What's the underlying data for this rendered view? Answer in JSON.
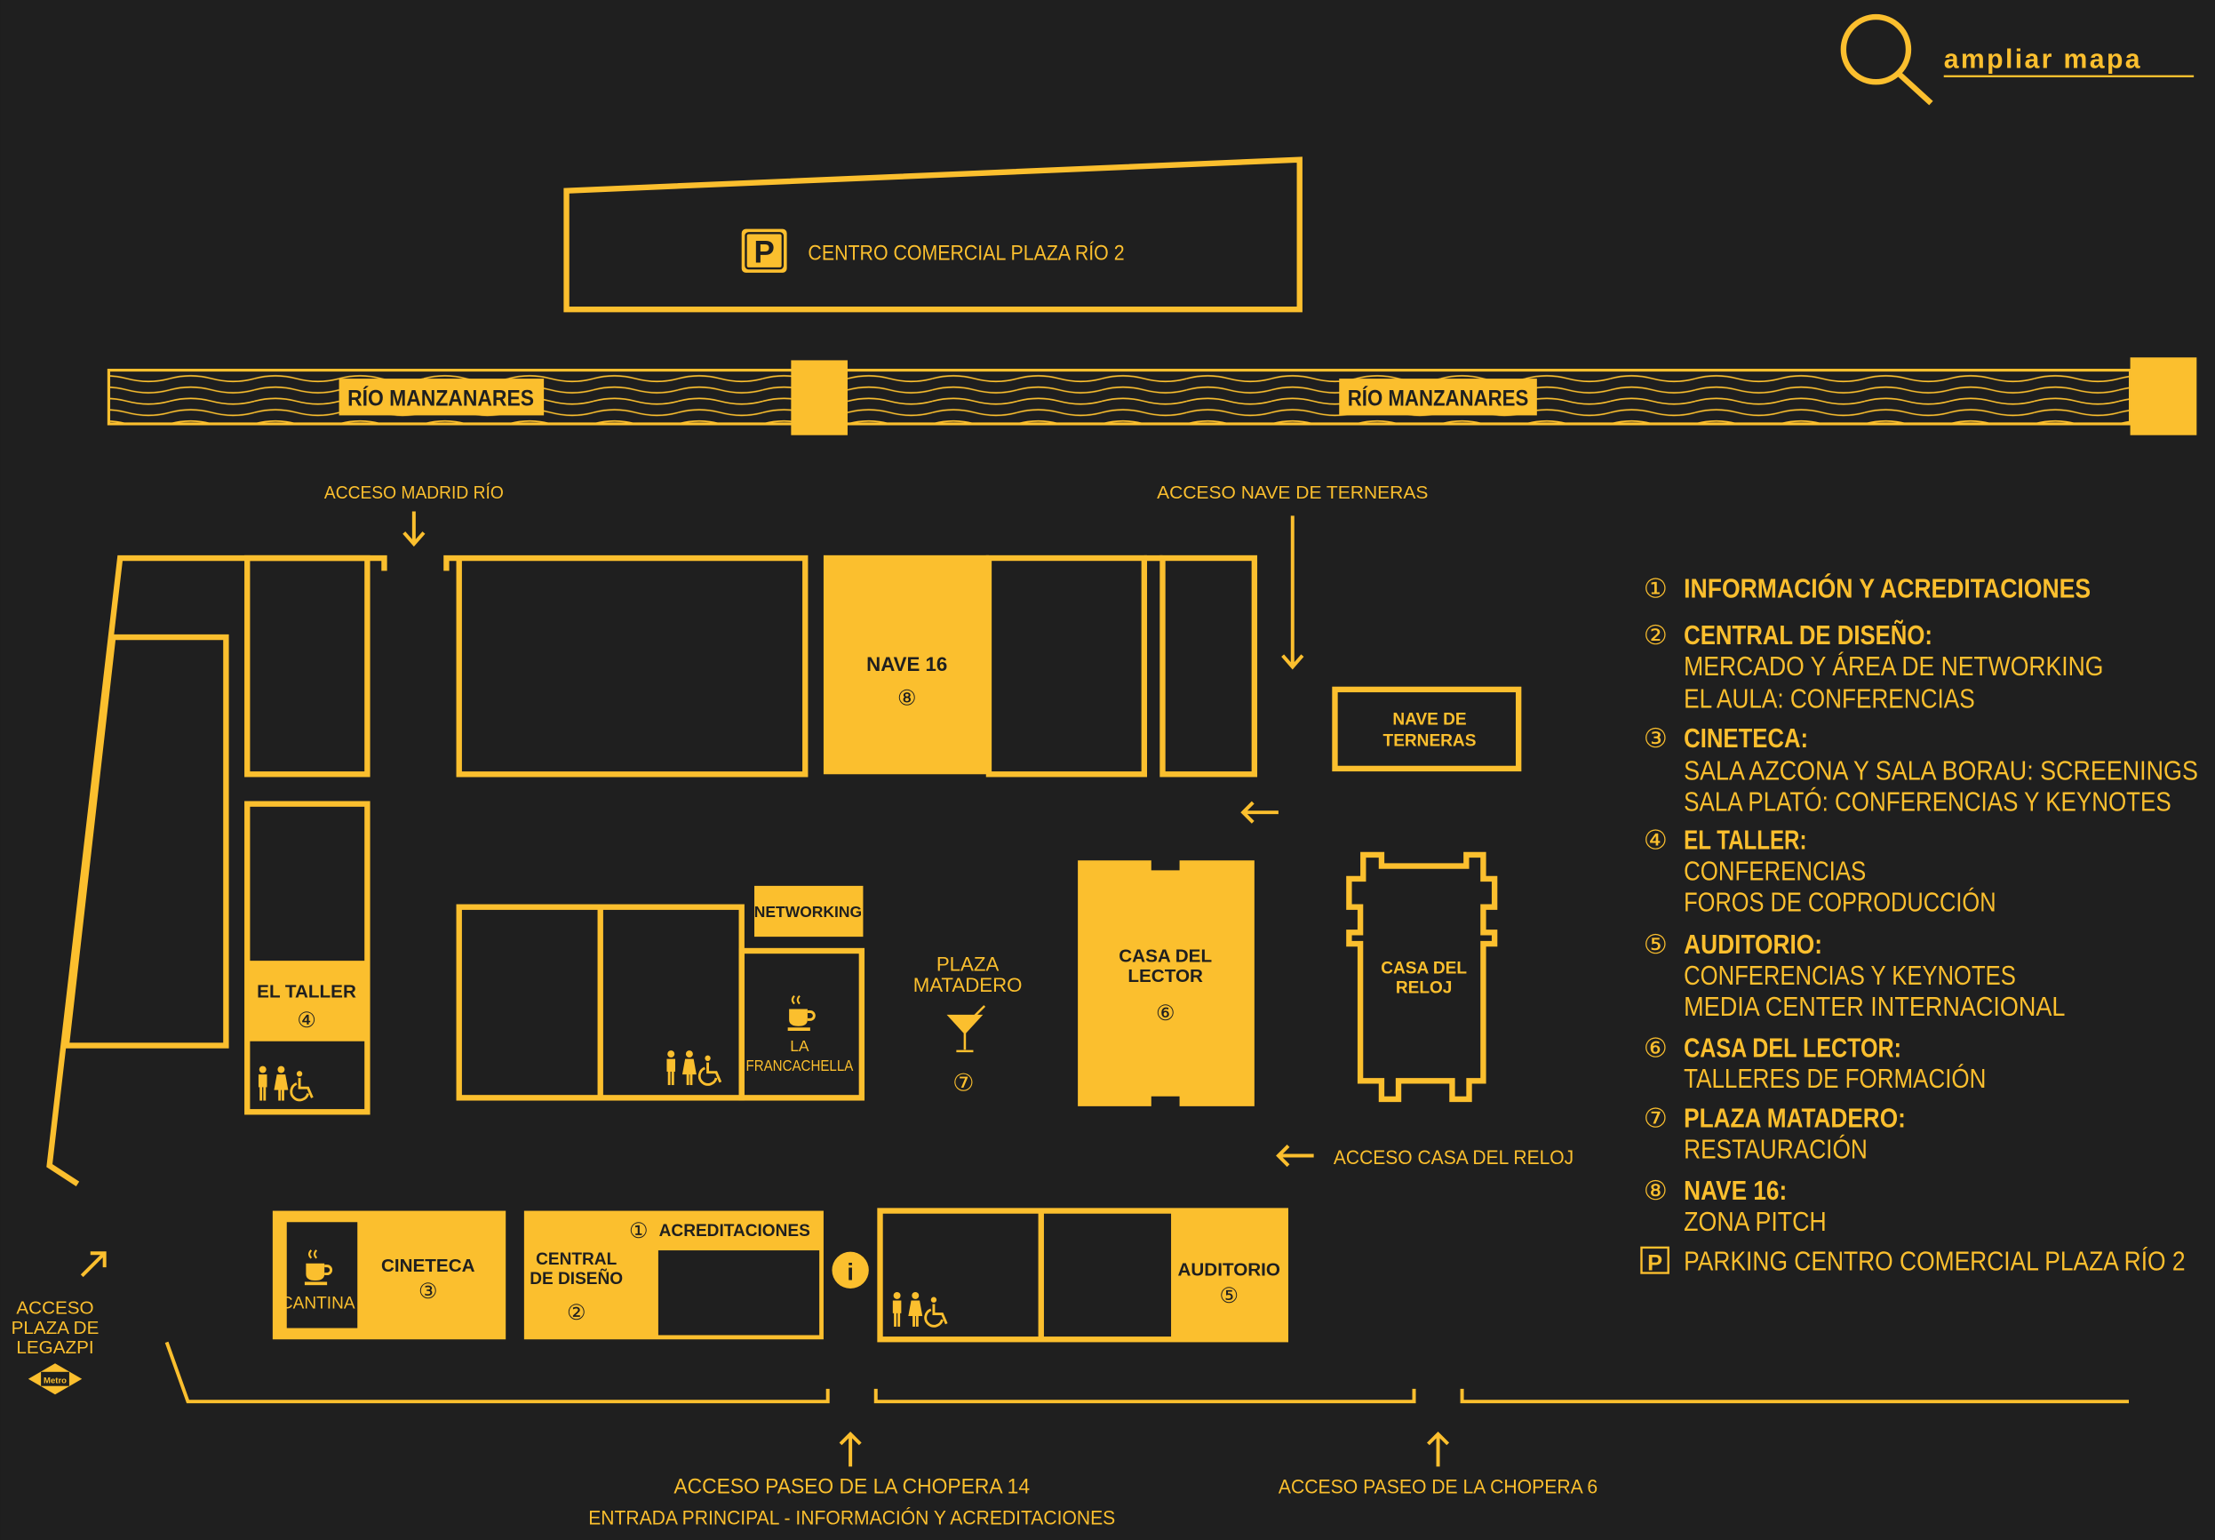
{
  "header": {
    "zoom_label": "ampliar mapa"
  },
  "colors": {
    "background": "#1f1f1f",
    "accent": "#fbbf2e"
  },
  "map": {
    "parking": {
      "icon": "P",
      "label": "CENTRO COMERCIAL PLAZA RÍO 2"
    },
    "river": {
      "label_left": "RÍO MANZANARES",
      "label_right": "RÍO MANZANARES"
    },
    "access": {
      "madrid_rio": "ACCESO MADRID RÍO",
      "nave_terneras": "ACCESO NAVE DE TERNERAS",
      "casa_reloj": "ACCESO CASA DEL RELOJ",
      "chopera14": "ACCESO PASEO DE LA CHOPERA 14",
      "chopera14_sub": "ENTRADA PRINCIPAL - INFORMACIÓN Y ACREDITACIONES",
      "chopera6": "ACCESO PASEO DE LA CHOPERA 6",
      "legazpi": [
        "ACCESO",
        "PLAZA DE",
        "LEGAZPI"
      ],
      "metro": "Metro"
    },
    "buildings": {
      "nave16": {
        "name": "NAVE 16",
        "num": "⑧"
      },
      "nave_terneras": [
        "NAVE DE",
        "TERNERAS"
      ],
      "casa_lector": {
        "name": [
          "CASA DEL",
          "LECTOR"
        ],
        "num": "⑥"
      },
      "casa_reloj": [
        "CASA DEL",
        "RELOJ"
      ],
      "plaza_matadero": {
        "name": [
          "PLAZA",
          "MATADERO"
        ],
        "num": "⑦"
      },
      "networking": "NETWORKING",
      "francachella": [
        "LA",
        "FRANCACHELLA"
      ],
      "el_taller": {
        "name": "EL TALLER",
        "num": "④"
      },
      "cineteca": {
        "name": "CINETECA",
        "num": "③",
        "cantina": "CANTINA"
      },
      "central_diseno": {
        "name": [
          "CENTRAL",
          "DE DISEÑO"
        ],
        "num": "②",
        "acred_num": "①",
        "acred": "ACREDITACIONES"
      },
      "info": "i",
      "auditorio": {
        "name": "AUDITORIO",
        "num": "⑤"
      }
    }
  },
  "legend": [
    {
      "num": "①",
      "title": "INFORMACIÓN Y ACREDITACIONES",
      "lines": []
    },
    {
      "num": "②",
      "title": "CENTRAL DE DISEÑO:",
      "lines": [
        "MERCADO Y ÁREA DE NETWORKING",
        "EL AULA: CONFERENCIAS"
      ]
    },
    {
      "num": "③",
      "title": "CINETECA:",
      "lines": [
        "SALA AZCONA Y SALA BORAU: SCREENINGS",
        "SALA PLATÓ: CONFERENCIAS Y KEYNOTES"
      ]
    },
    {
      "num": "④",
      "title": "EL TALLER:",
      "lines": [
        "CONFERENCIAS",
        "FOROS DE COPRODUCCIÓN"
      ]
    },
    {
      "num": "⑤",
      "title": "AUDITORIO:",
      "lines": [
        "CONFERENCIAS Y KEYNOTES",
        "MEDIA CENTER INTERNACIONAL"
      ]
    },
    {
      "num": "⑥",
      "title": "CASA DEL LECTOR:",
      "lines": [
        "TALLERES DE FORMACIÓN"
      ]
    },
    {
      "num": "⑦",
      "title": "PLAZA MATADERO:",
      "lines": [
        "RESTAURACIÓN"
      ]
    },
    {
      "num": "⑧",
      "title": "NAVE 16:",
      "lines": [
        "ZONA PITCH"
      ]
    },
    {
      "num": "P",
      "title": "",
      "lines": [
        "PARKING CENTRO COMERCIAL PLAZA RÍO 2"
      ]
    }
  ]
}
